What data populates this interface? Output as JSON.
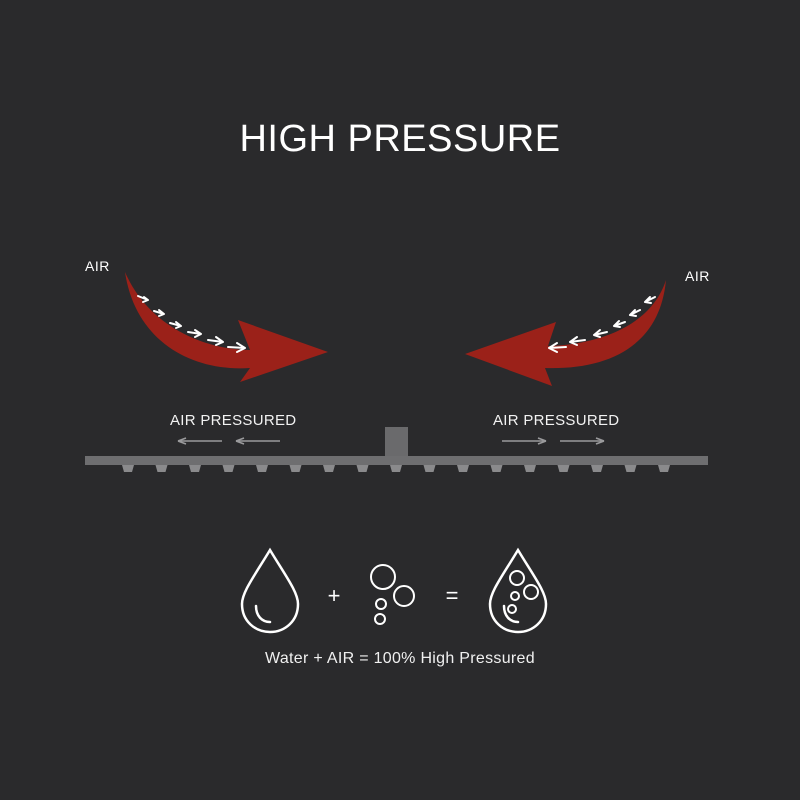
{
  "diagram": {
    "title": "HIGH PRESSURE",
    "air_left_label": "AIR",
    "air_right_label": "AIR",
    "air_pressured_left_label": "AIR PRESSURED",
    "air_pressured_right_label": "AIR PRESSURED",
    "formula_caption": "Water + AIR = 100% High Pressured",
    "plus_sign": "+",
    "equals_sign": "=",
    "icons": [
      "water-drop-icon",
      "air-bubbles-icon",
      "aerated-drop-icon"
    ]
  },
  "colors": {
    "background": "#2a2a2c",
    "arrow_red": "#9b2119",
    "text": "#ffffff",
    "showerhead": "#6e6e70"
  }
}
